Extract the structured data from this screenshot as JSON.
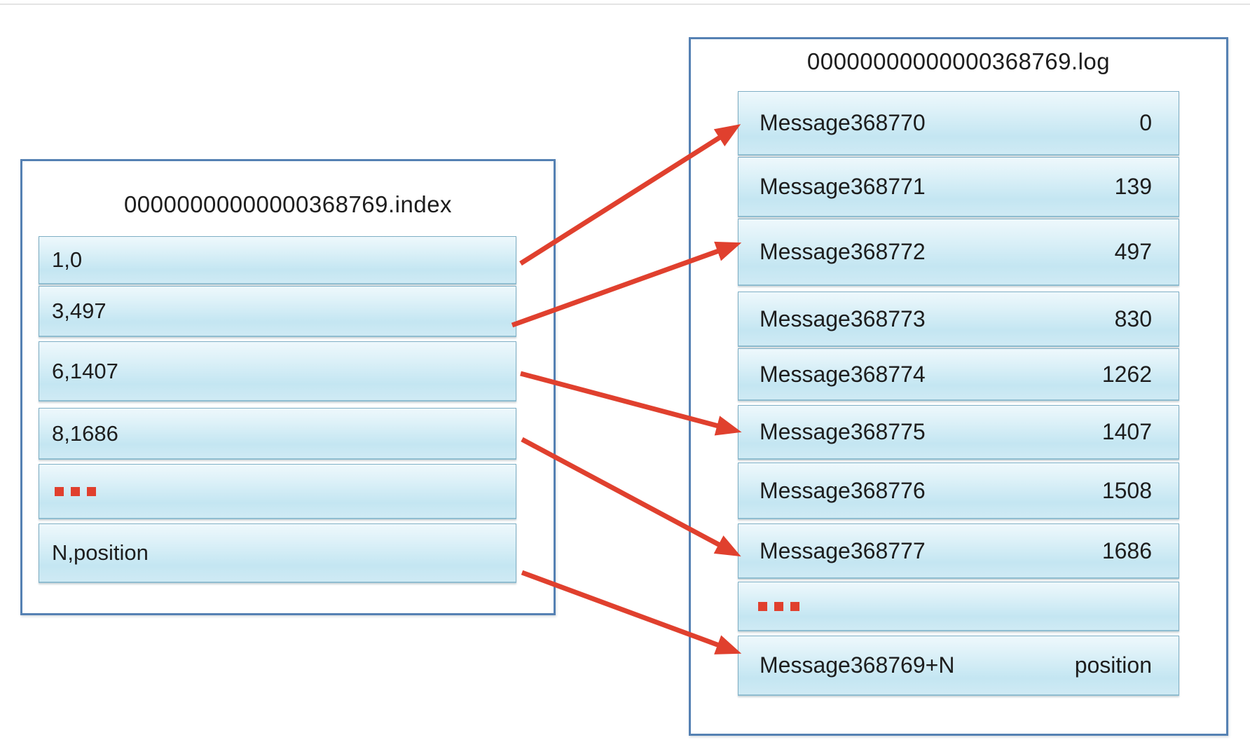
{
  "colors": {
    "accent_red": "#e0402e",
    "box_border_blue": "#5581b3",
    "row_border_blue": "#7fafc5",
    "text": "#1d1d1d"
  },
  "index_file": {
    "title": "00000000000000368769.index",
    "rows": [
      {
        "type": "entry",
        "label": "1,0"
      },
      {
        "type": "entry",
        "label": "3,497"
      },
      {
        "type": "entry",
        "label": "6,1407"
      },
      {
        "type": "entry",
        "label": "8,1686"
      },
      {
        "type": "ellipsis",
        "label": "..."
      },
      {
        "type": "entry",
        "label": "N,position"
      }
    ]
  },
  "log_file": {
    "title": "00000000000000368769.log",
    "rows": [
      {
        "type": "entry",
        "message": "Message368770",
        "position": "0"
      },
      {
        "type": "entry",
        "message": "Message368771",
        "position": "139"
      },
      {
        "type": "entry",
        "message": "Message368772",
        "position": "497"
      },
      {
        "type": "entry",
        "message": "Message368773",
        "position": "830"
      },
      {
        "type": "entry",
        "message": "Message368774",
        "position": "1262"
      },
      {
        "type": "entry",
        "message": "Message368775",
        "position": "1407"
      },
      {
        "type": "entry",
        "message": "Message368776",
        "position": "1508"
      },
      {
        "type": "entry",
        "message": "Message368777",
        "position": "1686"
      },
      {
        "type": "ellipsis",
        "label": "..."
      },
      {
        "type": "entry",
        "message": "Message368769+N",
        "position": "position"
      }
    ]
  },
  "arrows": [
    {
      "from_index_row": 0,
      "to_log_row": 0
    },
    {
      "from_index_row": 1,
      "to_log_row": 2
    },
    {
      "from_index_row": 2,
      "to_log_row": 5
    },
    {
      "from_index_row": 3,
      "to_log_row": 7
    },
    {
      "from_index_row": 5,
      "to_log_row": 9
    }
  ]
}
